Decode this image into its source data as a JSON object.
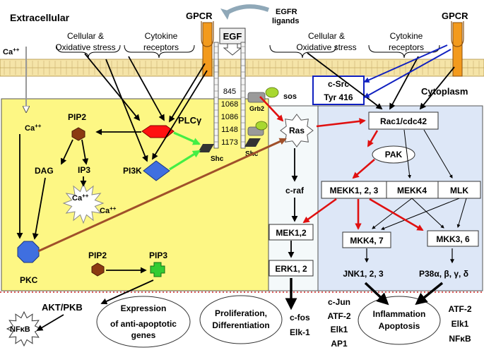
{
  "labels": {
    "extracellular": "Extracellular",
    "cytoplasm": "Cytoplasm",
    "gpcr_left": "GPCR",
    "gpcr_right": "GPCR",
    "egfr_ligands_line1": "EGFR",
    "egfr_ligands_line2": "ligands",
    "egf": "EGF",
    "stress_left_line1": "Cellular &",
    "stress_left_line2": "Oxidative stress",
    "cytokine_left_line1": "Cytokine",
    "cytokine_left_line2": "receptors",
    "stress_right_line1": "Cellular &",
    "stress_right_line2": "Oxidative stress",
    "cytokine_right_line1": "Cytokine",
    "cytokine_right_line2": "receptors",
    "ca_ext": "Ca",
    "ca_ext_sup": "++",
    "ca_in": "Ca",
    "ca_in_sup": "++",
    "pip2_top": "PIP2",
    "plc": "PLCγ",
    "dag": "DAG",
    "ip3": "IP3",
    "pi3k": "PI3K",
    "ca_burst": "Ca",
    "ca_burst_sup": "++",
    "ca_burst_side": "Ca",
    "ca_burst_side_sup": "++",
    "pkc": "PKC",
    "pip2_bottom": "PIP2",
    "pip3": "PIP3",
    "akt": "AKT/PKB",
    "nfkb_left": "NFκB",
    "expression_line1": "Expression",
    "expression_line2": "of anti-apoptotic",
    "expression_line3": "genes",
    "receptor_sites": [
      "845",
      "1068",
      "1086",
      "1148",
      "1173"
    ],
    "shc_left": "Shc",
    "shc_right": "Shc",
    "grb2": "Grb2",
    "sos": "sos",
    "csrc_line1": "c-Src",
    "csrc_line2": "Tyr 416",
    "ras": "Ras",
    "craf": "c-raf",
    "mek12": "MEK1,2",
    "erk12": "ERK1, 2",
    "rac": "Rac1/cdc42",
    "pak": "PAK",
    "mekk123": "MEKK1, 2, 3",
    "mekk4": "MEKK4",
    "mlk": "MLK",
    "mkk47": "MKK4, 7",
    "mkk36": "MKK3, 6",
    "jnk": "JNK1, 2, 3",
    "p38": "P38α, β, γ, δ",
    "prolif_line1": "Proliferation,",
    "prolif_line2": "Differentiation",
    "cfos_line1": "c-fos",
    "cfos_line2": "Elk-1",
    "cjun_line1": "c-Jun",
    "cjun_line2": "ATF-2",
    "cjun_line3": "Elk1",
    "cjun_line4": "AP1",
    "inflam_line1": "Inflammation",
    "inflam_line2": "Apoptosis",
    "atf_line1": "ATF-2",
    "atf_line2": "Elk1",
    "atf_line3": "NFκB"
  },
  "colors": {
    "membrane": "#f5e4a8",
    "cell_yellow": "#fdf784",
    "cell_blue": "#dde7f7",
    "gpcr": "#f39a1c",
    "plc": "#ff1111",
    "pip2": "#8b3a12",
    "pi3k": "#3f6fe0",
    "pkc": "#3f6fe0",
    "pip3": "#33cc33",
    "arrow_red": "#e01010",
    "arrow_green": "#44ee44",
    "arrow_brown": "#a0502a",
    "arrow_blue": "#1020c0",
    "dotted_line": "#cc2222"
  }
}
